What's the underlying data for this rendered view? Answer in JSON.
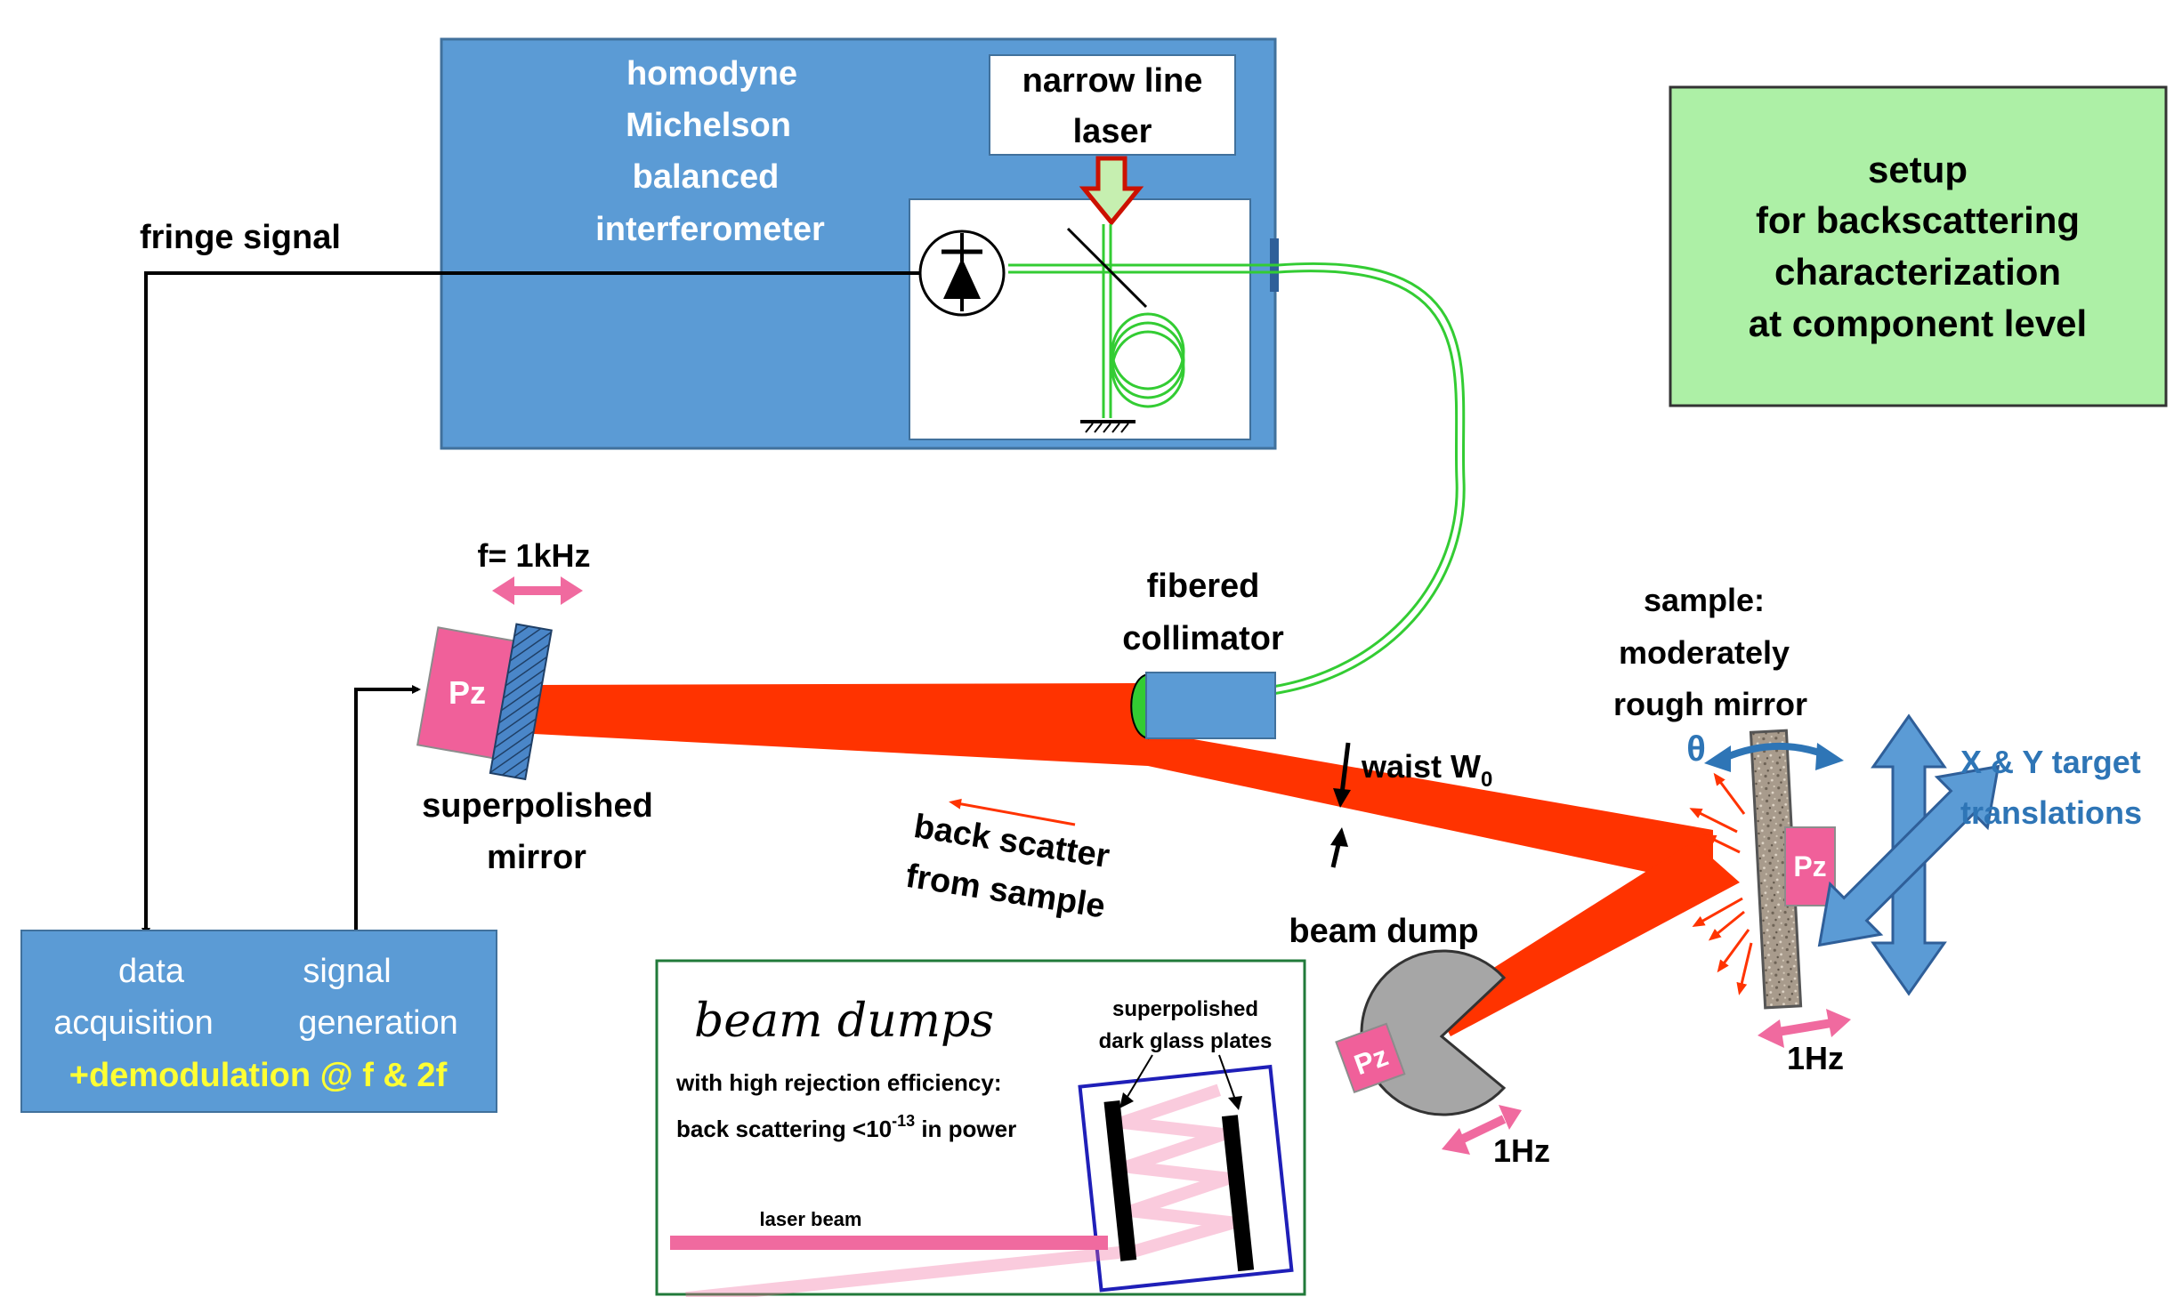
{
  "colors": {
    "box_blue": "#5b9bd5",
    "box_blue_border": "#41719c",
    "beam_red": "#ff3300",
    "fiber_green": "#33cc33",
    "pz_pink": "#f0609a",
    "arrow_pink": "#f06a9f",
    "green_box": "#adf0a6",
    "label_blue": "#2e75b6",
    "yellow_text": "#ffff33",
    "dump_grey": "#a6a6a6",
    "frame_green": "#217a3a",
    "frame_blue": "#1f1fb8"
  },
  "interferometer": {
    "line1": "homodyne",
    "line2": "Michelson",
    "line3": "balanced",
    "line4": "interferometer",
    "laser_line1": "narrow line",
    "laser_line2": "laser"
  },
  "labels": {
    "fringe_signal": "fringe signal",
    "setup_line1": "setup",
    "setup_line2": "for backscattering",
    "setup_line3": "characterization",
    "setup_line4": "at component level",
    "f_freq": "f= 1kHz",
    "pz": "Pz",
    "superpolished_line1": "superpolished",
    "superpolished_line2": "mirror",
    "fibered_line1": "fibered",
    "fibered_line2": "collimator",
    "sample_line1": "sample:",
    "sample_line2": "moderately",
    "sample_line3": "rough mirror",
    "theta": "θ",
    "xy_line1": "X & Y target",
    "xy_line2": "translations",
    "waist": "waist W",
    "waist_sub": "0",
    "backscatter_line1": "back scatter",
    "backscatter_line2": "from sample",
    "beam_dump": "beam dump",
    "hz_sample": "1Hz",
    "hz_dump": "1Hz"
  },
  "daq": {
    "col1_line1": "data",
    "col1_line2": "acquisition",
    "col2_line1": "signal",
    "col2_line2": "generation",
    "demod": "+demodulation @ f & 2f"
  },
  "inset": {
    "title": "beam dumps",
    "line1": "with high rejection efficiency:",
    "line2_pre": "back scattering <10",
    "line2_exp": "-13",
    "line2_post": " in power",
    "plates_line1": "superpolished",
    "plates_line2": "dark glass plates",
    "laser_beam": "laser beam"
  }
}
